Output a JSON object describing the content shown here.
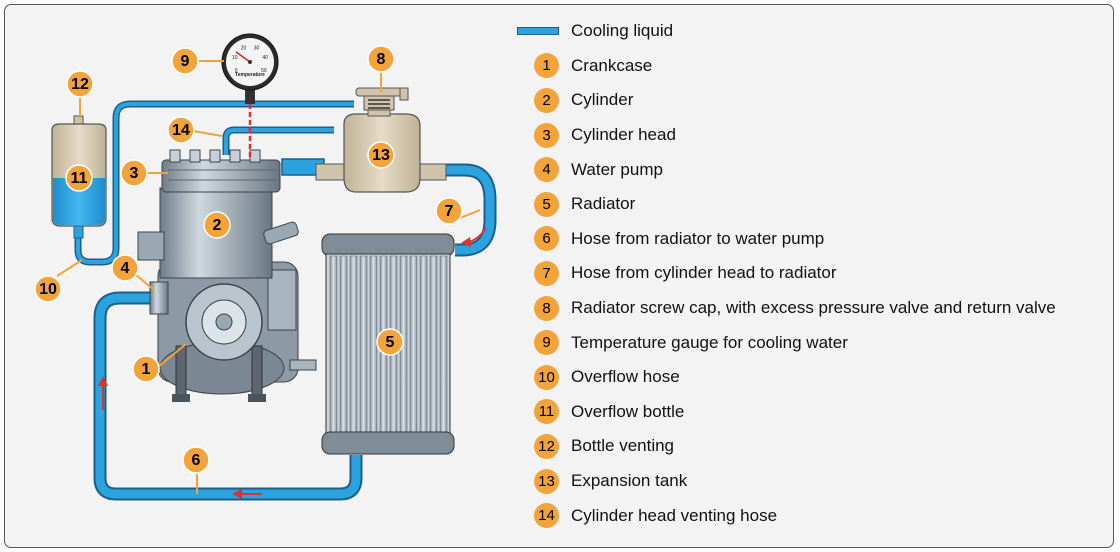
{
  "colors": {
    "coolant": "#2aa3de",
    "coolant_stroke": "#1d5f8a",
    "badge": "#f2a33a",
    "flow_arrow": "#e0322b",
    "tank": "#d8ccb4",
    "metal": "#9aa8b3"
  },
  "legend": {
    "coolant_label": "Cooling liquid",
    "items": [
      {
        "num": "1",
        "label": "Crankcase"
      },
      {
        "num": "2",
        "label": "Cylinder"
      },
      {
        "num": "3",
        "label": "Cylinder head"
      },
      {
        "num": "4",
        "label": "Water pump"
      },
      {
        "num": "5",
        "label": "Radiator"
      },
      {
        "num": "6",
        "label": "Hose from radiator to water pump"
      },
      {
        "num": "7",
        "label": "Hose from cylinder head to radiator"
      },
      {
        "num": "8",
        "label": "Radiator screw cap, with excess pressure valve and return valve"
      },
      {
        "num": "9",
        "label": "Temperature gauge for cooling water"
      },
      {
        "num": "10",
        "label": "Overflow hose"
      },
      {
        "num": "11",
        "label": "Overflow bottle"
      },
      {
        "num": "12",
        "label": "Bottle venting"
      },
      {
        "num": "13",
        "label": "Expansion tank"
      },
      {
        "num": "14",
        "label": "Cylinder head venting hose"
      }
    ]
  },
  "gauge": {
    "label": "Temperature",
    "ticks": [
      "0",
      "10",
      "20",
      "30",
      "40",
      "50"
    ]
  },
  "callouts": [
    "1",
    "2",
    "3",
    "4",
    "5",
    "6",
    "7",
    "8",
    "9",
    "10",
    "11",
    "12",
    "13",
    "14"
  ]
}
